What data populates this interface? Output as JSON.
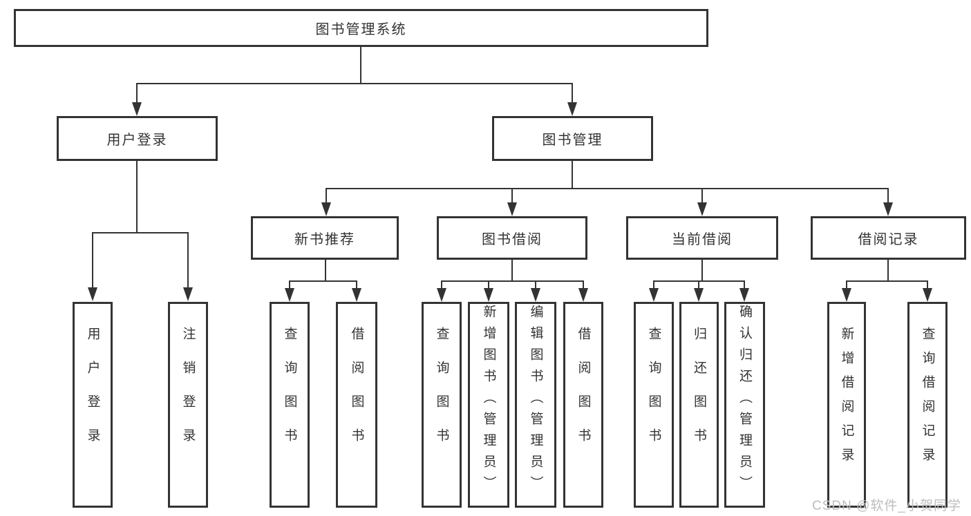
{
  "diagram_type": "hierarchy-flowchart",
  "tree": {
    "label": "图书管理系统",
    "children": [
      {
        "label": "用户登录",
        "children": [
          {
            "label": "用户登录"
          },
          {
            "label": "注销登录"
          }
        ]
      },
      {
        "label": "图书管理",
        "children": [
          {
            "label": "新书推荐",
            "children": [
              {
                "label": "查询图书"
              },
              {
                "label": "借阅图书"
              }
            ]
          },
          {
            "label": "图书借阅",
            "children": [
              {
                "label": "查询图书"
              },
              {
                "label": "新增图书（管理员）"
              },
              {
                "label": "编辑图书（管理员）"
              },
              {
                "label": "借阅图书"
              }
            ]
          },
          {
            "label": "当前借阅",
            "children": [
              {
                "label": "查询图书"
              },
              {
                "label": "归还图书"
              },
              {
                "label": "确认归还（管理员）"
              }
            ]
          },
          {
            "label": "借阅记录",
            "children": [
              {
                "label": "新增借阅记录"
              },
              {
                "label": "查询借阅记录"
              }
            ]
          }
        ]
      }
    ]
  },
  "watermark": {
    "text": "CSDN @软件_小贺同学"
  },
  "colors": {
    "line": "#333333",
    "text": "#333333",
    "box_background": "#ffffff",
    "page_background": "#ffffff",
    "watermark": "#bdbdbd"
  }
}
